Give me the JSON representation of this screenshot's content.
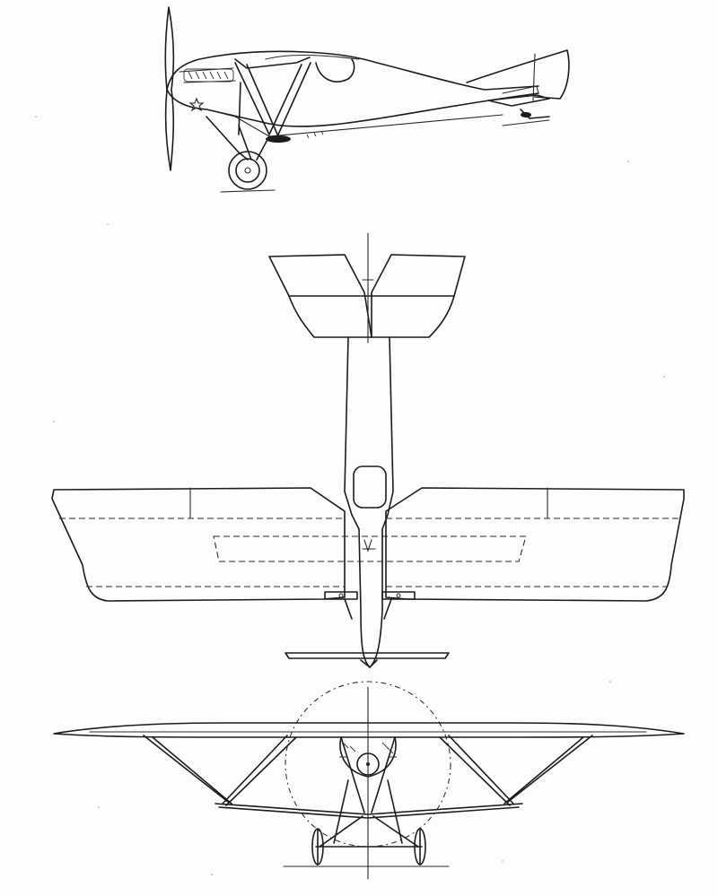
{
  "drawing": {
    "subject": "monoplane-three-view",
    "views": [
      "side-view",
      "top-view",
      "front-view"
    ]
  },
  "colors": {
    "ink": "#1c1c1c",
    "paper": "#fdfdfb"
  }
}
